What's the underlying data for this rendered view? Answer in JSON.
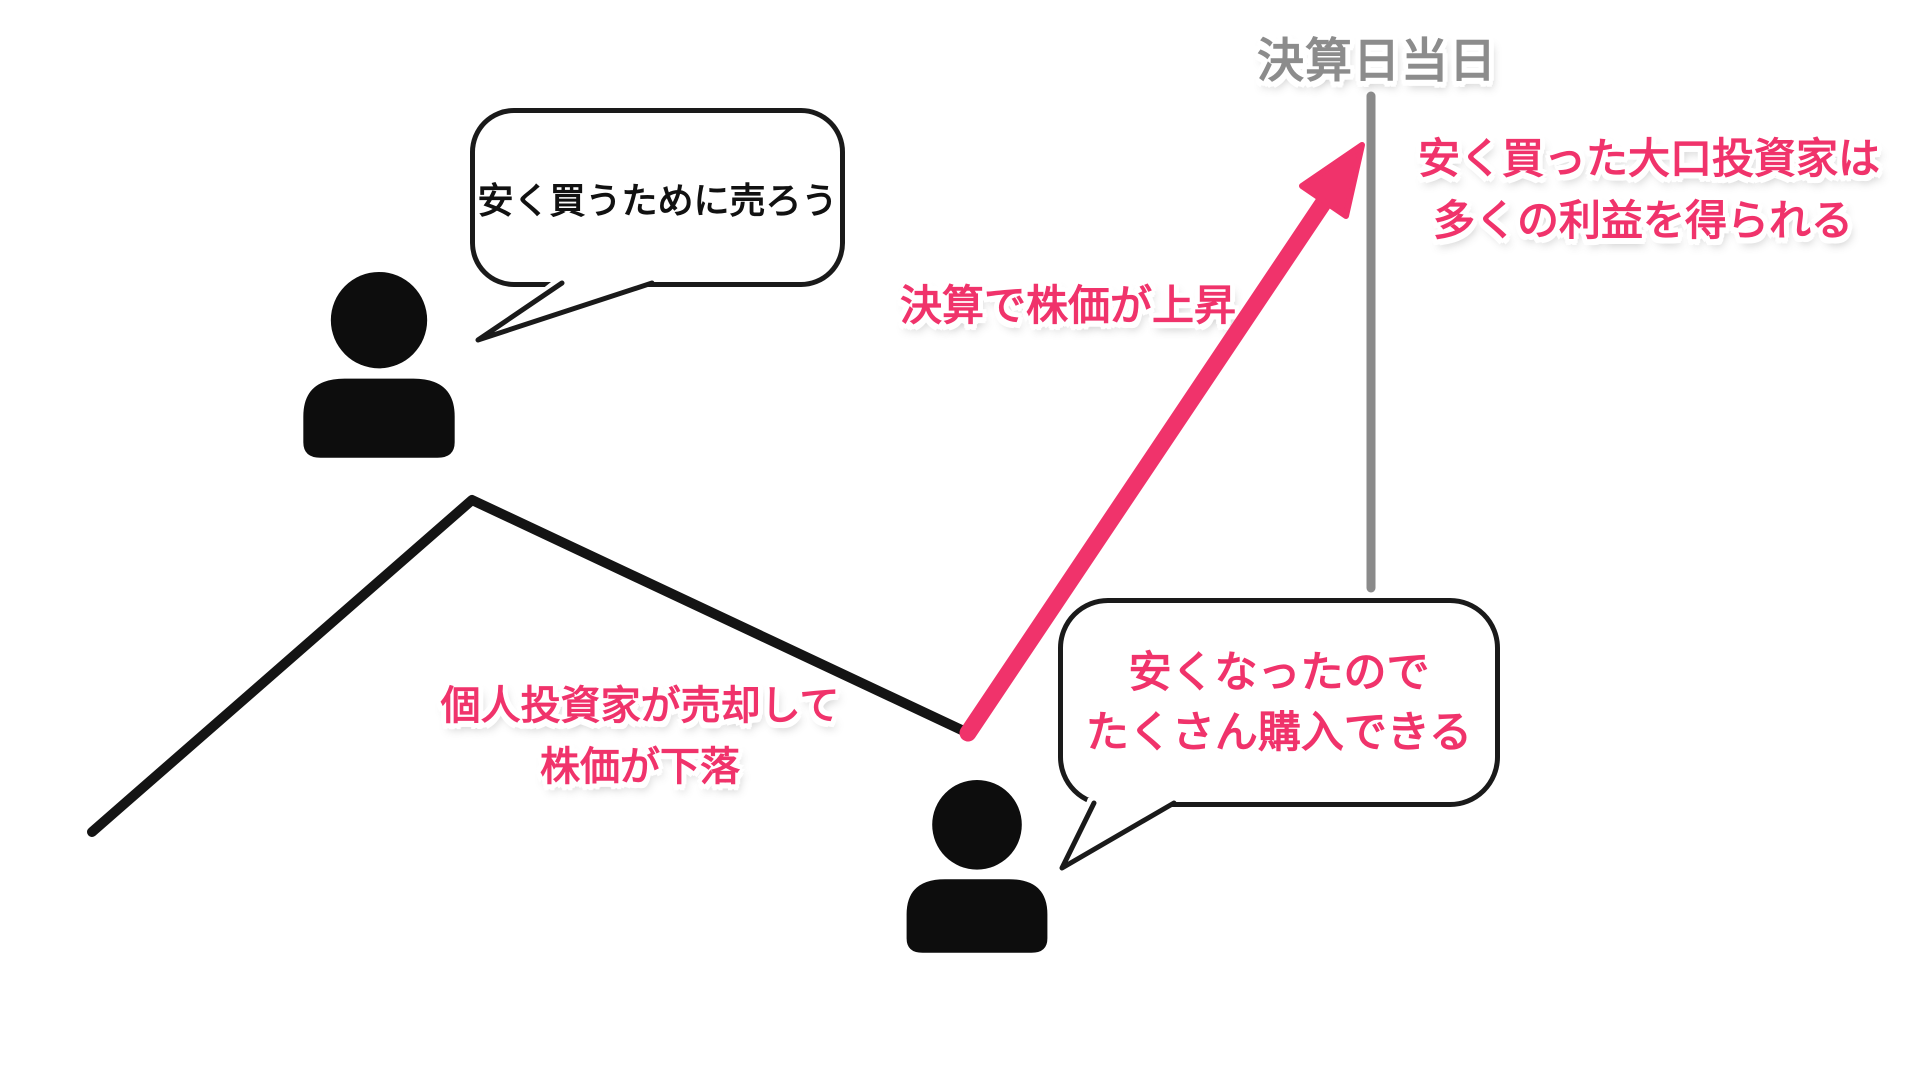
{
  "title": {
    "text": "決算日当日",
    "color": "#8C8C8C"
  },
  "colors": {
    "accent_pink": "#F0336B",
    "neutral_gray": "#8C8C8C",
    "line_black": "#141414",
    "background": "#FFFFFF"
  },
  "labels": [
    {
      "id": "price-rise",
      "text": "決算で株価が上昇",
      "color": "#F0336B"
    },
    {
      "id": "investor-profit",
      "lines": [
        "安く買った大口投資家は",
        "多くの利益を得られる"
      ],
      "color": "#F0336B"
    },
    {
      "id": "price-fall",
      "lines": [
        "個人投資家が売却して",
        "株価が下落"
      ],
      "color": "#F0336B"
    }
  ],
  "bubbles": [
    {
      "id": "sell-to-buy-cheap",
      "text": "安く買うために売ろう",
      "text_color": "#111111"
    },
    {
      "id": "buy-a-lot",
      "lines": [
        "安くなったので",
        "たくさん購入できる"
      ],
      "text_color": "#F0336B"
    }
  ],
  "icons": {
    "person_left": "person-icon",
    "person_right": "person-icon"
  }
}
